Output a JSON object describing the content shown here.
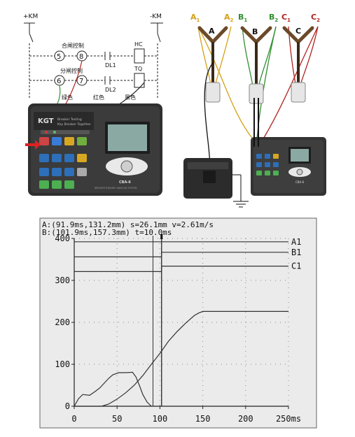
{
  "wiring": {
    "plus_km": "+KM",
    "minus_km": "-KM",
    "close_ctrl": "合闸控制",
    "open_ctrl": "分闸控制",
    "term5": "5",
    "term8": "8",
    "term6": "6",
    "term7": "7",
    "dl1": "DL1",
    "dl2": "DL2",
    "hc": "HC",
    "tq": "TQ",
    "green": "绿色",
    "red": "红色",
    "black": "黑色"
  },
  "device": {
    "brand": "KGT",
    "line1": "Breaker Testing",
    "line2": "Key Breaker Together",
    "model": "CBA-6",
    "subtitle": "BREAKER DYNAMIC ANALYSIS SYSTEM"
  },
  "breaker": {
    "a1": "A",
    "a1_sub": "1",
    "a2": "A",
    "a2_sub": "2",
    "b1": "B",
    "b1_sub": "1",
    "b2": "B",
    "b2_sub": "2",
    "c1": "C",
    "c1_sub": "1",
    "c2": "C",
    "c2_sub": "2",
    "pole_a": "A",
    "pole_b": "B",
    "pole_c": "C",
    "small_model": "CBA-6"
  },
  "chart_data": {
    "type": "line",
    "header_line1": "A:(91.9ms,131.2mm)  s=26.1mm  v=2.61m/s",
    "header_line2": "B:(101.9ms,157.3mm) t=10.0ms",
    "x_ticks": [
      "0",
      "50",
      "100",
      "150",
      "200",
      "250ms"
    ],
    "x_tick_values": [
      0,
      50,
      100,
      150,
      200,
      250
    ],
    "y_ticks": [
      "0",
      "100",
      "200",
      "300",
      "400"
    ],
    "y_tick_values": [
      0,
      100,
      200,
      300,
      400
    ],
    "xlim": [
      0,
      250
    ],
    "ylim": [
      0,
      400
    ],
    "grid": true,
    "cursors_ms": [
      91.9,
      101.9
    ],
    "series": [
      {
        "name": "A1",
        "x": [
          0,
          101.9,
          101.9,
          250
        ],
        "y": [
          392,
          392,
          392,
          392
        ]
      },
      {
        "name": "B1",
        "x": [
          0,
          96,
          96,
          101.9,
          101.9,
          250
        ],
        "y": [
          356,
          356,
          356,
          356,
          367,
          367
        ]
      },
      {
        "name": "C1",
        "x": [
          0,
          96,
          96,
          101.9,
          101.9,
          250
        ],
        "y": [
          321,
          321,
          321,
          321,
          334,
          334
        ]
      },
      {
        "name": "",
        "x": [
          0,
          5,
          10,
          18,
          25,
          30,
          35,
          40,
          45,
          52,
          60,
          68,
          72,
          76,
          80,
          85,
          90
        ],
        "y": [
          0,
          18,
          28,
          26,
          36,
          44,
          55,
          66,
          75,
          80,
          80,
          81,
          70,
          50,
          28,
          10,
          0
        ]
      },
      {
        "name": "",
        "x": [
          0,
          32,
          40,
          50,
          60,
          70,
          80,
          90,
          100,
          110,
          120,
          130,
          140,
          145,
          150,
          155,
          160,
          180,
          200,
          220,
          250
        ],
        "y": [
          0,
          0,
          5,
          17,
          32,
          50,
          73,
          100,
          126,
          155,
          178,
          198,
          216,
          222,
          226,
          226,
          226,
          226,
          226,
          226,
          226
        ]
      }
    ]
  },
  "colors": {
    "phase_a": "#d4a017",
    "phase_b": "#2f8f2f",
    "phase_c": "#b0231f",
    "device_body": "#3a3a3a",
    "screen": "#8aa9a3"
  }
}
